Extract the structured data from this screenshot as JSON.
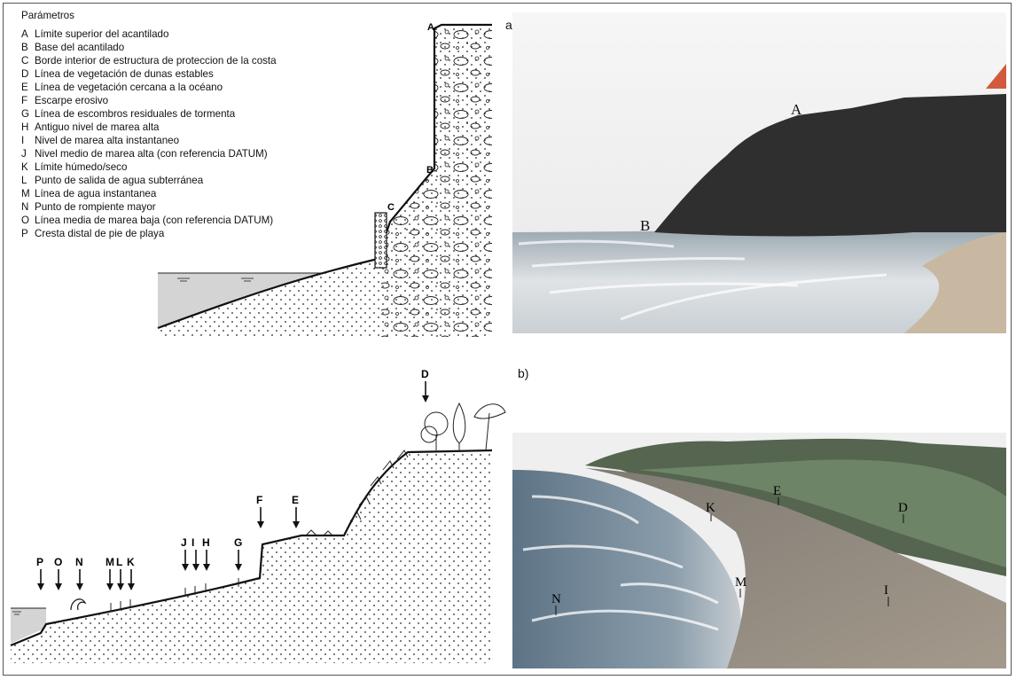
{
  "legend": {
    "title": "Parámetros",
    "items": [
      {
        "key": "A",
        "text": "Límite superior del acantilado"
      },
      {
        "key": "B",
        "text": "Base del acantilado"
      },
      {
        "key": "C",
        "text": "Borde interior de estructura de proteccion de la costa"
      },
      {
        "key": "D",
        "text": "Línea de vegetación de dunas estables"
      },
      {
        "key": "E",
        "text": "Línea de vegetación cercana a la océano"
      },
      {
        "key": "F",
        "text": "Escarpe erosivo"
      },
      {
        "key": "G",
        "text": "Línea de escombros residuales de tormenta"
      },
      {
        "key": "H",
        "text": "Antiguo nivel de marea alta"
      },
      {
        "key": "I",
        "text": "Nivel de marea alta instantaneo"
      },
      {
        "key": "J",
        "text": "Nivel medio de marea alta (con referencia DATUM)"
      },
      {
        "key": "K",
        "text": "Límite húmedo/seco"
      },
      {
        "key": "L",
        "text": "Punto de salida de agua subterránea"
      },
      {
        "key": "M",
        "text": "Línea de agua instantanea"
      },
      {
        "key": "N",
        "text": "Punto de rompiente mayor"
      },
      {
        "key": "O",
        "text": "Línea media de marea baja (con referencia DATUM)"
      },
      {
        "key": "P",
        "text": "Cresta distal de pie de playa"
      }
    ]
  },
  "panels": {
    "a": "a)",
    "b": "b)"
  },
  "diagram_a_labels": {
    "A": "A",
    "B": "B",
    "C": "C"
  },
  "photo_a_labels": {
    "A": "A",
    "B": "B"
  },
  "diagram_b_labels": {
    "D": "D",
    "E": "E",
    "F": "F",
    "G": "G",
    "J": "J",
    "I": "I",
    "H": "H",
    "M": "M",
    "L": "L",
    "K": "K",
    "N": "N",
    "O": "O",
    "P": "P"
  },
  "photo_b_labels": {
    "K": "K",
    "E": "E",
    "D": "D",
    "M": "M",
    "I": "I",
    "N": "N"
  },
  "colors": {
    "water": "#d8d8d8",
    "cliff": "#2f2f2f",
    "sky": "#f4f4f4",
    "sea": "#8a9aa6",
    "sand": "#b7aa98",
    "vegetation": "#5e7358"
  }
}
